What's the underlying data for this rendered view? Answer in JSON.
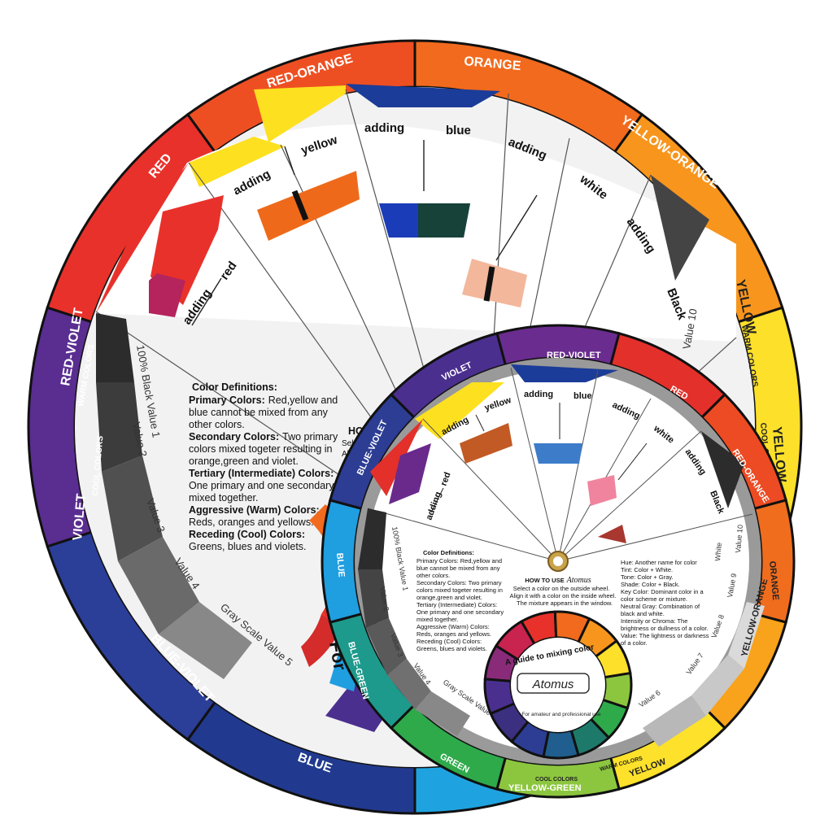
{
  "large_wheel": {
    "outer_segments": [
      {
        "label": "RED",
        "color": "#e8312a"
      },
      {
        "label": "RED-ORANGE",
        "color": "#ee4f22"
      },
      {
        "label": "ORANGE",
        "color": "#f26a1d"
      },
      {
        "label": "YELLOW-ORANGE",
        "color": "#f8951d"
      },
      {
        "label": "YELLOW",
        "color": "#fde02a"
      },
      {
        "label": "YELLOW",
        "color": "#7cc243"
      },
      {
        "label": "BLUE",
        "color": "#1fa3e0"
      },
      {
        "label": "BLUE-VIOLET",
        "color": "#213a8f"
      },
      {
        "label": "VIOLET",
        "color": "#2b3e98"
      },
      {
        "label": "RED-VIOLET",
        "color": "#5a2d91"
      }
    ],
    "warm_label": "WARM COLORS",
    "cool_label": "COOL COLORS",
    "cool_label_right": "COOL C",
    "instructions": {
      "adding_1": "adding",
      "red": "red",
      "adding_2": "adding",
      "yellow": "yellow",
      "adding_3": "adding",
      "blue": "blue",
      "adding_4": "adding",
      "white": "white",
      "adding_5": "adding",
      "black": "Black"
    },
    "gray_scale": {
      "value_1": "100% Black Value 1",
      "value_2": "Value 2",
      "value_3": "Value 3",
      "value_4": "Value 4",
      "value_5": "Gray Scale Value 5",
      "value_10": "Value 10"
    },
    "definitions": {
      "heading": "Color Definitions:",
      "primary_title": "Primary Colors:",
      "primary_text_1": "Red,yellow and",
      "primary_text_2": "blue cannot be mixed from any",
      "primary_text_3": "other colors.",
      "secondary_title": "Secondary Colors:",
      "secondary_text_1": "Two primary",
      "secondary_text_2": "colors mixed togeter resulting in",
      "secondary_text_3": "orange,green and violet.",
      "tertiary_title": "Tertiary (Intermediate) Colors:",
      "tertiary_text_1": "One primary and one secondary",
      "tertiary_text_2": "mixed together.",
      "aggressive_title": "Aggressive (Warm) Colors:",
      "aggressive_text": "Reds, oranges and yellows.",
      "receding_title": "Receding (Cool) Colors:",
      "receding_text": "Greens, blues and violets."
    },
    "how_fragment": "HOW",
    "sel_fragment": "Sel",
    "ali_fragment": "Alig",
    "for_fragment": "For"
  },
  "small_wheel": {
    "outer_segments": [
      {
        "label": "RED-VIOLET",
        "color": "#6a2c8e"
      },
      {
        "label": "RED",
        "color": "#e3302a"
      },
      {
        "label": "RED-ORANGE",
        "color": "#ec4b23"
      },
      {
        "label": "ORANGE",
        "color": "#f06d1e"
      },
      {
        "label": "YELLOW-ORANGE",
        "color": "#f9a21b"
      },
      {
        "label": "YELLOW",
        "color": "#fde12a"
      },
      {
        "label": "YELLOW-GREEN",
        "color": "#8cc63f"
      },
      {
        "label": "GREEN",
        "color": "#2eaa4b"
      },
      {
        "label": "BLUE-GREEN",
        "color": "#1d9a8c"
      },
      {
        "label": "BLUE",
        "color": "#1f9ee0"
      },
      {
        "label": "BLUE-VIOLET",
        "color": "#2c3d93"
      },
      {
        "label": "VIOLET",
        "color": "#4b2f8f"
      }
    ],
    "warm_label": "WARM COLORS",
    "cool_label": "COOL COLORS",
    "instructions": {
      "adding_1": "adding",
      "red": "red",
      "adding_2": "adding",
      "yellow": "yellow",
      "adding_3": "adding",
      "blue": "blue",
      "adding_4": "adding",
      "white": "white",
      "adding_5": "adding",
      "black": "Black"
    },
    "gray_scale": {
      "value_1": "100% Black Value 1",
      "value_2": "Value 2",
      "value_3": "Value 3",
      "value_4": "Value 4",
      "value_5": "Gray Scale Value 5",
      "value_6": "Value 6",
      "value_7": "Value 7",
      "value_8": "Value 8",
      "value_9": "Value 9",
      "value_10": "Value 10",
      "white": "White"
    },
    "definitions": {
      "heading": "Color Definitions:",
      "primary": "Primary Colors: Red,yellow and",
      "primary_2": "blue cannot be mixed from any",
      "primary_3": "other colors.",
      "secondary": "Secondary Colors: Two primary",
      "secondary_2": "colors mixed togeter resulting in",
      "secondary_3": "orange,green and violet.",
      "tertiary": "Tertiary (Intermediate) Colors:",
      "tertiary_2": "One primary and one secondary",
      "tertiary_3": "mixed together.",
      "aggressive": "Aggressive (Warm) Colors:",
      "aggressive_2": "Reds, oranges and yellows.",
      "receding": "Receding (Cool) Colors:",
      "receding_2": "Greens, blues and violets."
    },
    "terms": {
      "hue": "Hue: Another name for color",
      "tint": "Tint: Color + White.",
      "tone": "Tone: Color + Gray.",
      "shade": "Shade: Color + Black.",
      "key": "Key Color: Dominant color in a",
      "key_2": "color scheme or mixture.",
      "neutral": "Neutral Gray: Combination of",
      "neutral_2": "black and white.",
      "intensity": "Intensity or Chroma: The",
      "intensity_2": "brightness or dullness of a color.",
      "value": "Value: The lightness or darkness",
      "value_2": "of a color."
    },
    "how_to": {
      "title": "HOW TO USE",
      "brand_inline": "Atomus",
      "line_1": "Select a color on the outside wheel.",
      "line_2": "Align it with a color on the inside wheel.",
      "line_3": "The mixture appears in the window."
    },
    "guide_text": "A guide to mixing color",
    "brand": "Atomus",
    "footer_text": "For amateur and professional use"
  }
}
